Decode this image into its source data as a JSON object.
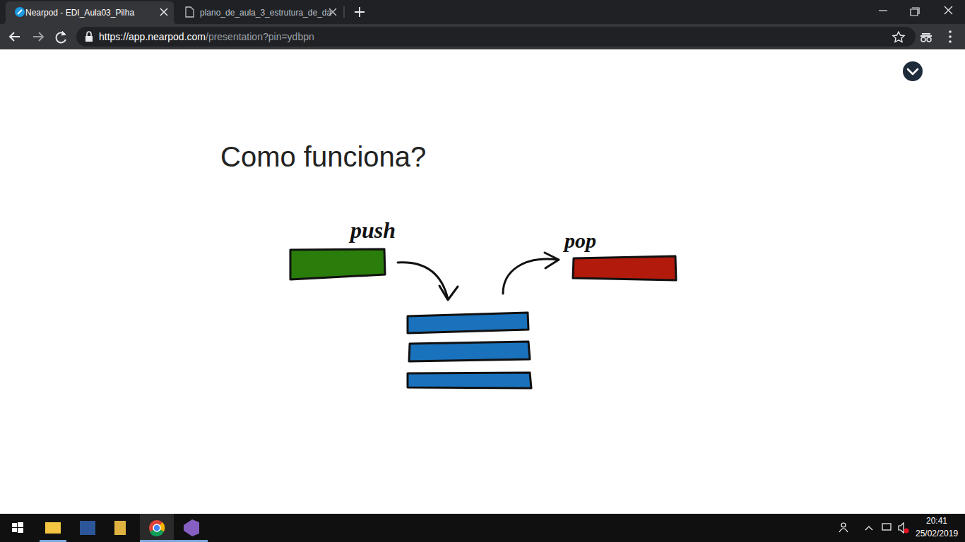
{
  "diagram": {
    "title": "Como funciona?",
    "nodes": [
      {
        "text": [
          "Nearpod - EDI_Aula03_Pilha"
        ]
      },
      {
        "text": [
          "plano_de_aula_3_estrutura_de_da"
        ]
      },
      {
        "text": [
          "https://app.nearpod.com",
          "/presentation?pin=ydbpn"
        ]
      }
    ],
    "labels": [
      "push",
      "pop",
      "20:41",
      "25/02/2019"
    ]
  }
}
